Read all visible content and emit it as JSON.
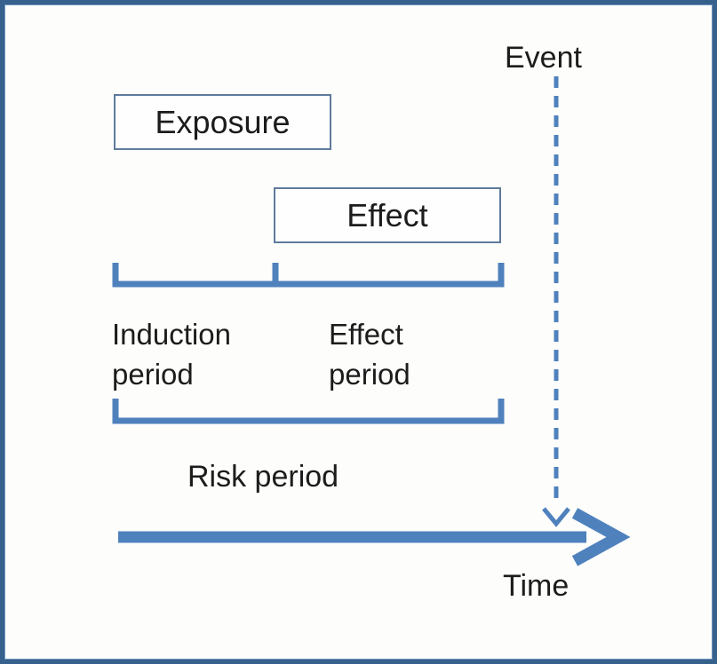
{
  "diagram": {
    "type": "timeline-period-diagram",
    "labels": {
      "event": "Event",
      "exposure": "Exposure",
      "effect": "Effect",
      "induction_period": "Induction period",
      "effect_period": "Effect period",
      "risk_period": "Risk period",
      "time": "Time"
    },
    "colors": {
      "accent_blue": "#4f81bd",
      "box_border": "#5f7a9c",
      "frame_border": "#37618d",
      "text": "#1c1c1c",
      "background": "#fdfdfb"
    }
  }
}
